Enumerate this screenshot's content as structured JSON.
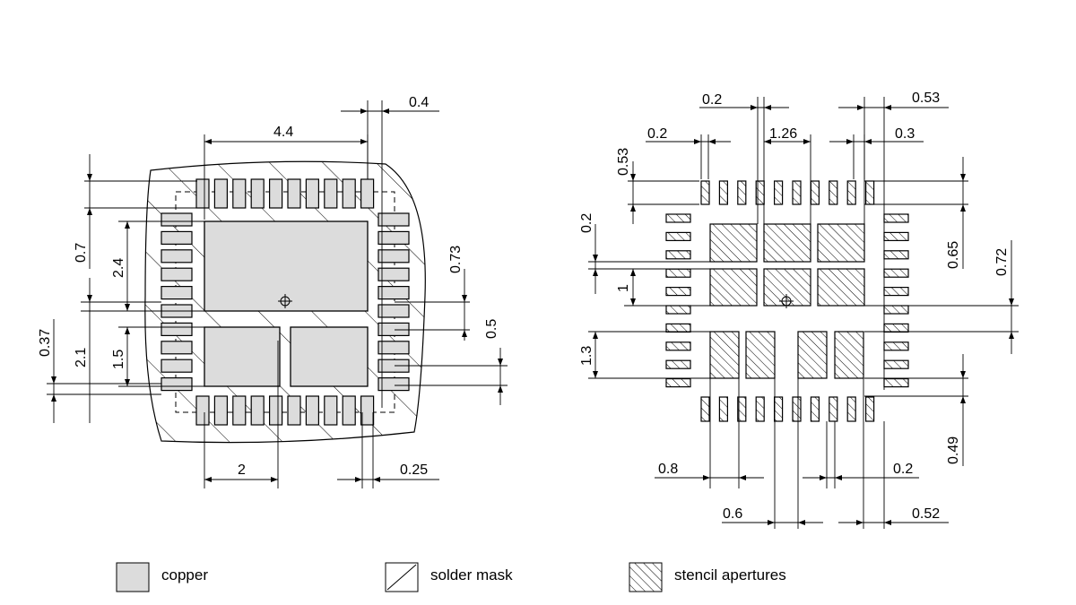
{
  "left_view": {
    "dims": {
      "d_4_4": "4.4",
      "d_0_4": "0.4",
      "d_0_7": "0.7",
      "d_2_4": "2.4",
      "d_0_73": "0.73",
      "d_0_37": "0.37",
      "d_2_1": "2.1",
      "d_1_5": "1.5",
      "d_0_5": "0.5",
      "d_2": "2",
      "d_0_25": "0.25"
    }
  },
  "right_view": {
    "dims": {
      "d_0_2_top": "0.2",
      "d_0_53_top": "0.53",
      "d_0_2_topleft": "0.2",
      "d_1_26": "1.26",
      "d_0_3": "0.3",
      "d_0_53_left": "0.53",
      "d_0_2_left": "0.2",
      "d_1_left": "1",
      "d_1_3": "1.3",
      "d_0_65": "0.65",
      "d_0_72": "0.72",
      "d_0_49": "0.49",
      "d_0_8": "0.8",
      "d_0_2_bottom": "0.2",
      "d_0_6": "0.6",
      "d_0_52": "0.52"
    }
  },
  "legend": {
    "copper": "copper",
    "solder_mask": "solder mask",
    "stencil": "stencil apertures"
  },
  "colors": {
    "copper_fill": "#dcdcdc",
    "line": "#000000"
  }
}
